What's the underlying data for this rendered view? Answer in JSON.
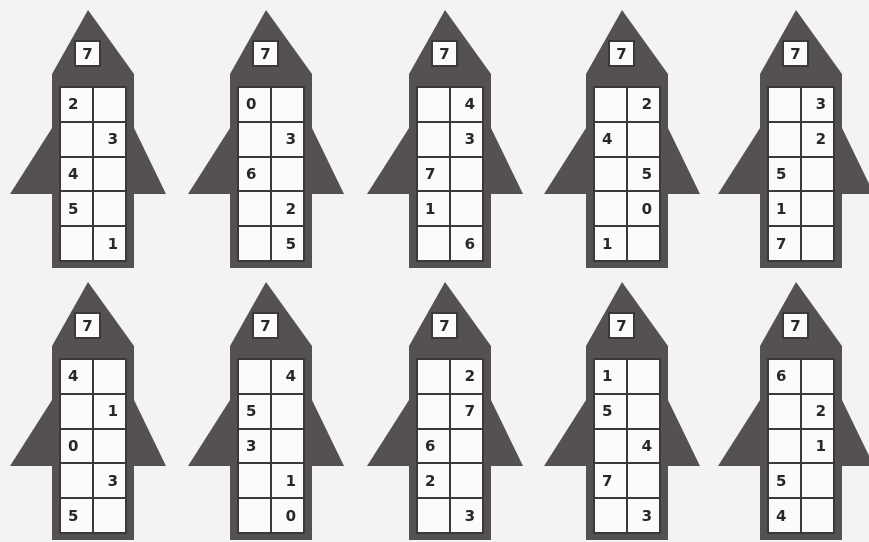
{
  "colors": {
    "background": "#f3f3f1",
    "rocket": "#555150",
    "box": "#fbfbfa",
    "ink": "#2a2727"
  },
  "rockets": [
    {
      "top": "7",
      "rows": [
        [
          "2",
          ""
        ],
        [
          "",
          "3"
        ],
        [
          "4",
          ""
        ],
        [
          "5",
          ""
        ],
        [
          "",
          "1"
        ]
      ]
    },
    {
      "top": "7",
      "rows": [
        [
          "0",
          ""
        ],
        [
          "",
          "3"
        ],
        [
          "6",
          ""
        ],
        [
          "",
          "2"
        ],
        [
          "",
          "5"
        ]
      ]
    },
    {
      "top": "7",
      "rows": [
        [
          "",
          "4"
        ],
        [
          "",
          "3"
        ],
        [
          "7",
          ""
        ],
        [
          "1",
          ""
        ],
        [
          "",
          "6"
        ]
      ]
    },
    {
      "top": "7",
      "rows": [
        [
          "",
          "2"
        ],
        [
          "4",
          ""
        ],
        [
          "",
          "5"
        ],
        [
          "",
          "0"
        ],
        [
          "1",
          ""
        ]
      ]
    },
    {
      "top": "7",
      "rows": [
        [
          "",
          "3"
        ],
        [
          "",
          "2"
        ],
        [
          "5",
          ""
        ],
        [
          "1",
          ""
        ],
        [
          "7",
          ""
        ]
      ]
    },
    {
      "top": "7",
      "rows": [
        [
          "4",
          ""
        ],
        [
          "",
          "1"
        ],
        [
          "0",
          ""
        ],
        [
          "",
          "3"
        ],
        [
          "5",
          ""
        ]
      ]
    },
    {
      "top": "7",
      "rows": [
        [
          "",
          "4"
        ],
        [
          "5",
          ""
        ],
        [
          "3",
          ""
        ],
        [
          "",
          "1"
        ],
        [
          "",
          "0"
        ]
      ]
    },
    {
      "top": "7",
      "rows": [
        [
          "",
          "2"
        ],
        [
          "",
          "7"
        ],
        [
          "6",
          ""
        ],
        [
          "2",
          ""
        ],
        [
          "",
          "3"
        ]
      ]
    },
    {
      "top": "7",
      "rows": [
        [
          "1",
          ""
        ],
        [
          "5",
          ""
        ],
        [
          "",
          "4"
        ],
        [
          "7",
          ""
        ],
        [
          "",
          "3"
        ]
      ]
    },
    {
      "top": "7",
      "rows": [
        [
          "6",
          ""
        ],
        [
          "",
          "2"
        ],
        [
          "",
          "1"
        ],
        [
          "5",
          ""
        ],
        [
          "4",
          ""
        ]
      ]
    }
  ]
}
